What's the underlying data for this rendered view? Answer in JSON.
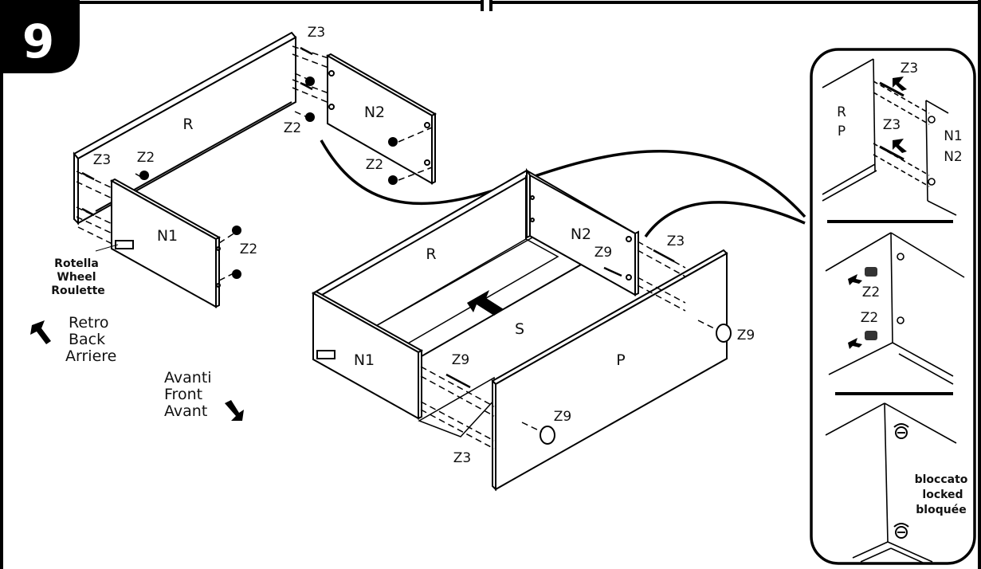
{
  "step_number": "9",
  "left_assembly": {
    "panel_back": "R",
    "panel_side_right": "N2",
    "panel_side_left": "N1",
    "z3_top": "Z3",
    "z2_mid": "Z2",
    "z2_n2": "Z2",
    "z3_left": "Z3",
    "z2_left": "Z2",
    "z2_n1": "Z2",
    "wheel_it": "Rotella",
    "wheel_en": "Wheel",
    "wheel_fr": "Roulette"
  },
  "direction": {
    "back_it": "Retro",
    "back_en": "Back",
    "back_fr": "Arriere",
    "front_it": "Avanti",
    "front_en": "Front",
    "front_fr": "Avant"
  },
  "drawer": {
    "back": "R",
    "right_side": "N2",
    "left_side": "N1",
    "bottom": "S",
    "front": "P",
    "z9_right": "Z9",
    "z3_right": "Z3",
    "z9_front_right": "Z9",
    "z9_left": "Z9",
    "z9_front_left": "Z9",
    "z3_bottom": "Z3"
  },
  "detail": {
    "top_rp_r": "R",
    "top_rp_p": "P",
    "top_n1": "N1",
    "top_n2": "N2",
    "top_z3_a": "Z3",
    "top_z3_b": "Z3",
    "mid_z2_a": "Z2",
    "mid_z2_b": "Z2",
    "locked_it": "bloccato",
    "locked_en": "locked",
    "locked_fr": "bloquée"
  }
}
